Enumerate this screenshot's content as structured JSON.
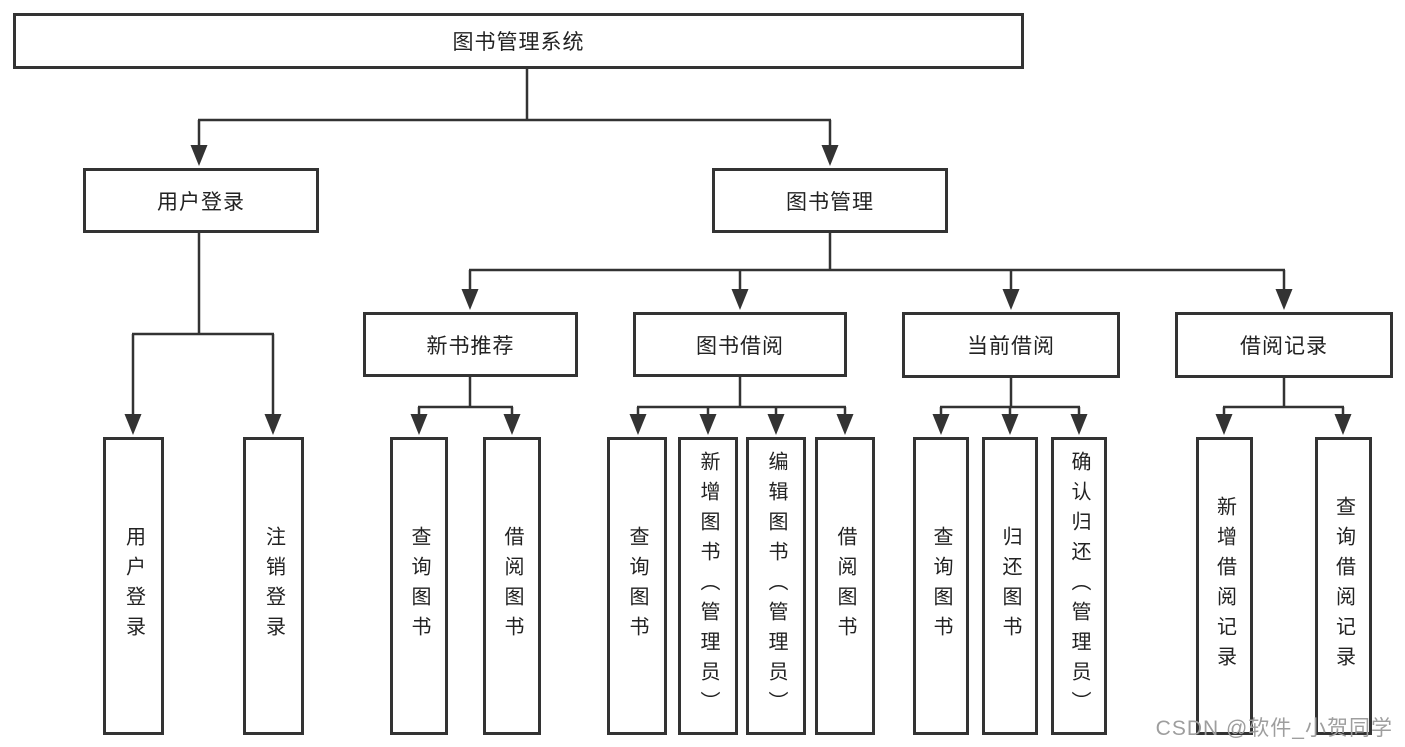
{
  "diagram_type": "hierarchy-tree",
  "colors": {
    "line": "#333333",
    "box_border": "#333333",
    "text": "#222222",
    "background": "#ffffff",
    "watermark": "#9e9e9e"
  },
  "nodes": {
    "root": "图书管理系统",
    "user_login": "用户登录",
    "book_management": "图书管理",
    "new_book_recommend": "新书推荐",
    "book_borrow": "图书借阅",
    "current_borrow": "当前借阅",
    "borrow_records": "借阅记录",
    "leaf_user_login": "用户登录",
    "leaf_logout": "注销登录",
    "leaf_nb_query_book": "查询图书",
    "leaf_nb_borrow_book": "借阅图书",
    "leaf_bb_query_book": "查询图书",
    "leaf_bb_add_book": "新增图书（管理员）",
    "leaf_bb_edit_book": "编辑图书（管理员）",
    "leaf_bb_borrow_book": "借阅图书",
    "leaf_cb_query_book": "查询图书",
    "leaf_cb_return_book": "归还图书",
    "leaf_cb_confirm_return": "确认归还（管理员）",
    "leaf_br_add_record": "新增借阅记录",
    "leaf_br_query_record": "查询借阅记录"
  },
  "watermark": {
    "text": "CSDN @软件_小贺同学"
  }
}
